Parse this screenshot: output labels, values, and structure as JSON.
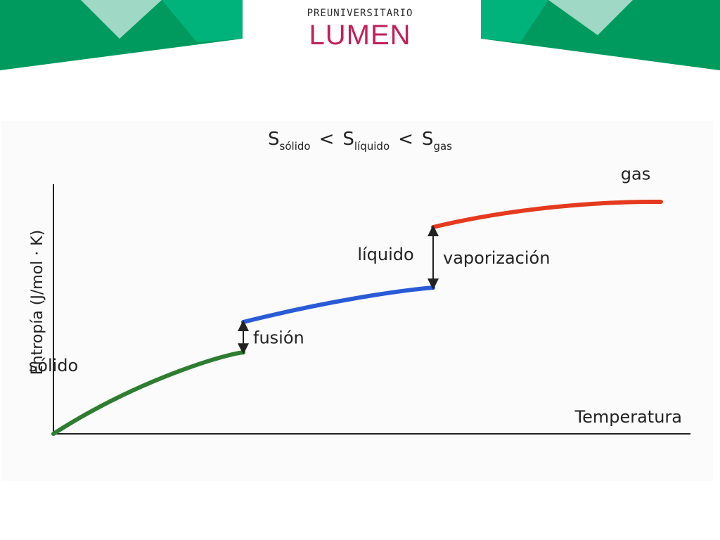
{
  "header": {
    "logo_top": "PREUNIVERSITARIO",
    "logo_brand": "LUMEN",
    "colors": {
      "green_dark": "#009a5f",
      "green_mid": "#00a86b",
      "green_light": "#8fd2bd",
      "brand": "#c21f5b"
    }
  },
  "chart_data": {
    "type": "line",
    "title_parts": {
      "S1": "S",
      "sub1": "sólido",
      "lt1": "<",
      "S2": "S",
      "sub2": "líquido",
      "lt2": "<",
      "S3": "S",
      "sub3": "gas"
    },
    "xlabel": "Temperatura",
    "ylabel": "Entropía (J/mol · K)",
    "grid": false,
    "series": [
      {
        "name": "sólido",
        "color": "#2e7d32",
        "points": [
          [
            0.0,
            0.0
          ],
          [
            1.4,
            2.7
          ],
          [
            2.8,
            3.83
          ],
          [
            3.0,
            3.86
          ]
        ]
      },
      {
        "name": "líquido",
        "color": "#2a5bd7",
        "points": [
          [
            3.0,
            5.3
          ],
          [
            4.6,
            6.5
          ],
          [
            5.8,
            6.9
          ],
          [
            6.0,
            6.93
          ]
        ]
      },
      {
        "name": "gas",
        "color": "#e53a1e",
        "points": [
          [
            6.0,
            9.8
          ],
          [
            7.4,
            10.8
          ],
          [
            8.8,
            11.02
          ],
          [
            9.6,
            11.0
          ]
        ]
      }
    ],
    "transitions": [
      {
        "label": "fusión",
        "x": 3.0,
        "y_from": 3.86,
        "y_to": 5.3
      },
      {
        "label": "vaporización",
        "x": 6.0,
        "y_from": 6.93,
        "y_to": 9.8
      }
    ]
  }
}
